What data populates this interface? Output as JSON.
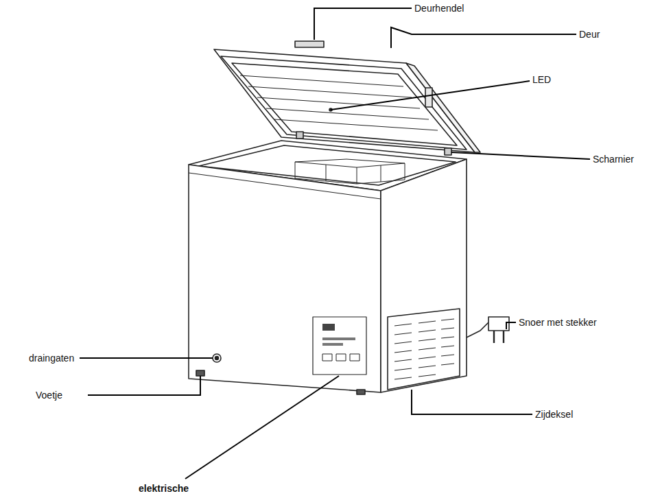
{
  "diagram": {
    "labels": [
      "Deurhendel",
      "Deur",
      "LED",
      "Scharnier",
      "Snoer met stekker",
      "draingaten",
      "Voetje",
      "Zijdeksel",
      "elektrische"
    ]
  }
}
